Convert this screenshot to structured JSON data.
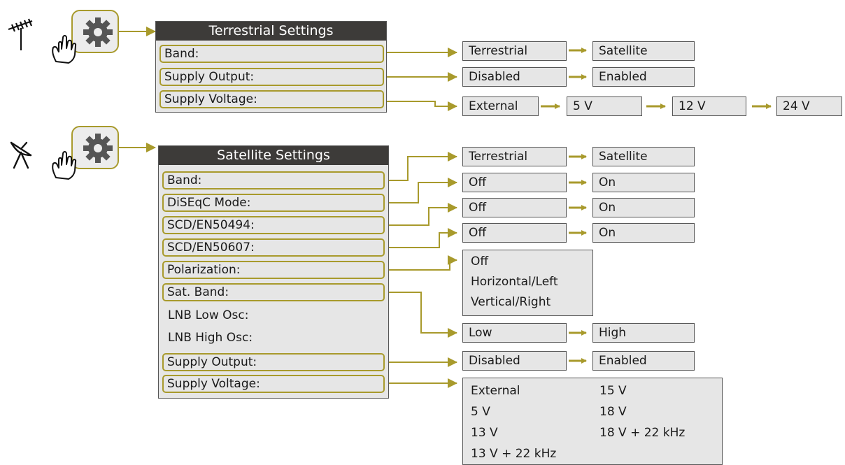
{
  "terrestrial": {
    "title": "Terrestrial Settings",
    "rows": [
      "Band:",
      "Supply Output:",
      "Supply Voltage:"
    ],
    "band_options": [
      "Terrestrial",
      "Satellite"
    ],
    "supply_output_options": [
      "Disabled",
      "Enabled"
    ],
    "supply_voltage_options": [
      "External",
      "5 V",
      "12 V",
      "24 V"
    ]
  },
  "satellite": {
    "title": "Satellite Settings",
    "rows": [
      "Band:",
      "DiSEqC Mode:",
      "SCD/EN50494:",
      "SCD/EN50607:",
      "Polarization:",
      "Sat. Band:",
      "LNB Low Osc:",
      "LNB High Osc:",
      "Supply Output:",
      "Supply Voltage:"
    ],
    "band_options": [
      "Terrestrial",
      "Satellite"
    ],
    "diseqc_options": [
      "Off",
      "On"
    ],
    "scd50494_options": [
      "Off",
      "On"
    ],
    "scd50607_options": [
      "Off",
      "On"
    ],
    "polarization_options": [
      "Off",
      "Horizontal/Left",
      "Vertical/Right"
    ],
    "sat_band_options": [
      "Low",
      "High"
    ],
    "supply_output_options": [
      "Disabled",
      "Enabled"
    ],
    "supply_voltage_options": [
      "External",
      "5 V",
      "13 V",
      "13 V + 22 kHz",
      "15 V",
      "18 V",
      "18 V + 22 kHz"
    ]
  },
  "colors": {
    "accent": "#a89a2c",
    "header": "#3d3b39",
    "box": "#e6e6e6"
  },
  "icons": [
    "antenna-icon",
    "satellite-dish-icon",
    "hand-pointer-icon",
    "gear-icon",
    "arrow-right-icon"
  ]
}
